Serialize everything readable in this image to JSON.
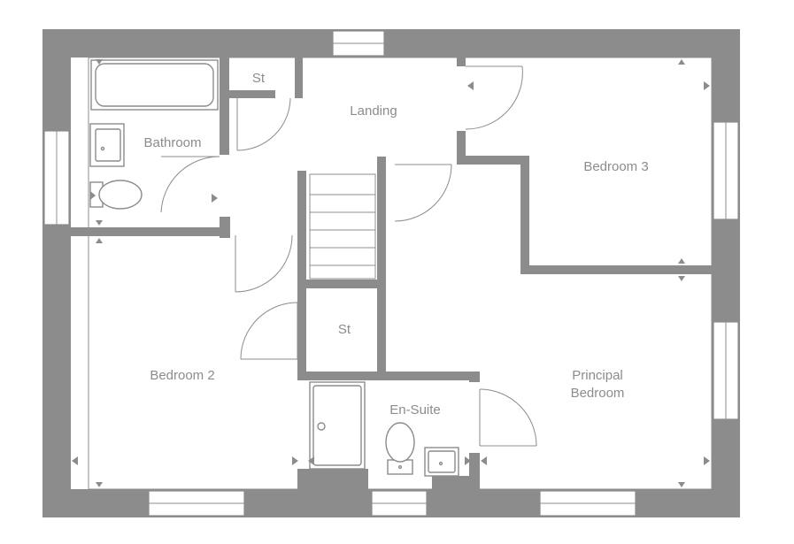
{
  "rooms": {
    "bathroom": "Bathroom",
    "store_top": "St",
    "landing": "Landing",
    "bedroom3": "Bedroom 3",
    "bedroom2": "Bedroom 2",
    "store_mid": "St",
    "ensuite": "En-Suite",
    "principal_line1": "Principal",
    "principal_line2": "Bedroom"
  },
  "colors": {
    "wall": "#8c8c8c",
    "background": "#ffffff"
  }
}
